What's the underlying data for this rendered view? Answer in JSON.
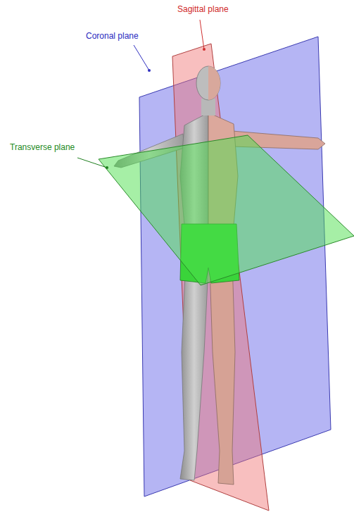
{
  "diagram": {
    "labels": [
      "Sagittal plane",
      "Coronal plane",
      "Transverse plane"
    ]
  }
}
